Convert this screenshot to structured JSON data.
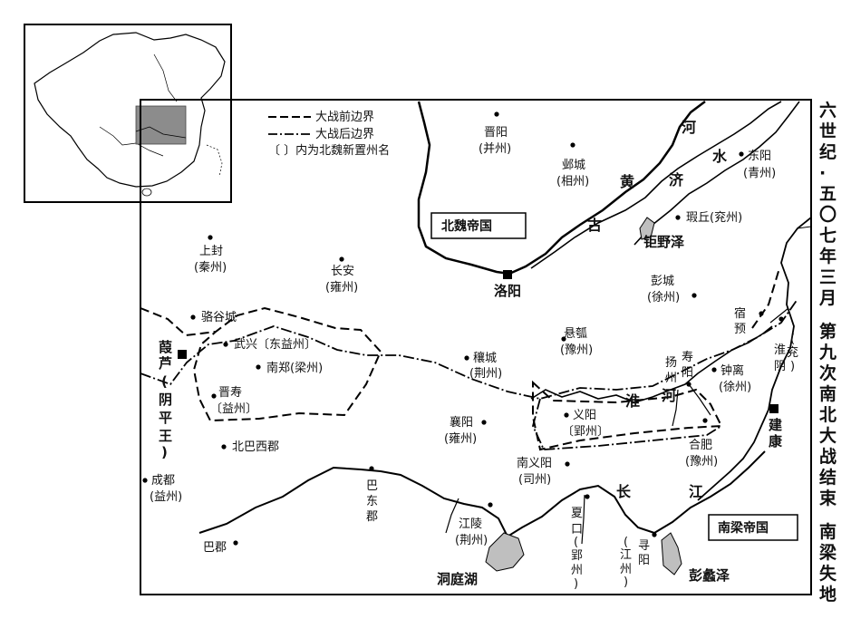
{
  "title": {
    "line1": "六世纪·五〇七年三月",
    "line2": "第九次南北大战结束",
    "line3": "南梁失地"
  },
  "legend": {
    "before": "大战前边界",
    "after": "大战后边界",
    "bracket_note": "〔 〕内为北魏新置州名"
  },
  "states": {
    "north": "北魏帝国",
    "south": "南梁帝国"
  },
  "rivers": {
    "yellow": [
      "黄",
      "河"
    ],
    "gu": "古",
    "ji": [
      "济",
      "水"
    ],
    "huai": [
      "淮",
      "河"
    ],
    "chang": [
      "长",
      "江"
    ],
    "juye": "钜野泽",
    "dongting": "洞庭湖",
    "pengli": "彭蠡泽"
  },
  "capitals": {
    "luoyang": "洛阳",
    "jiankang": [
      "建",
      "康"
    ],
    "xialu": [
      "葭",
      "芦"
    ],
    "xialu_note": [
      "(",
      "阴",
      "平",
      "王",
      ")"
    ]
  },
  "places": [
    {
      "name": "晋阳",
      "sub": "(并州)"
    },
    {
      "name": "邺城",
      "sub": "(相州)"
    },
    {
      "name": "东阳",
      "sub": "(青州)"
    },
    {
      "name": "瑕丘(兖州)",
      "sub": ""
    },
    {
      "name": "上封",
      "sub": "(秦州)"
    },
    {
      "name": "长安",
      "sub": "(雍州)"
    },
    {
      "name": "彭城",
      "sub": "(徐州)"
    },
    {
      "name": "骆谷城",
      "sub": ""
    },
    {
      "name": "武兴〔东益州〕",
      "sub": ""
    },
    {
      "name": "南郑(梁州)",
      "sub": ""
    },
    {
      "name": "悬瓠",
      "sub": "(豫州)"
    },
    {
      "name": "穰城",
      "sub": "(荆州)"
    },
    {
      "name": "晋寿",
      "sub": "〔益州〕"
    },
    {
      "name": "襄阳",
      "sub": "(雍州)"
    },
    {
      "name": "义阳",
      "sub": "〔郢州〕"
    },
    {
      "name": "合肥",
      "sub": "(豫州)"
    },
    {
      "name": "钟离",
      "sub": "(徐州)"
    },
    {
      "name": "北巴西郡",
      "sub": ""
    },
    {
      "name": "南义阳",
      "sub": "(司州)"
    },
    {
      "name": "成都",
      "sub": "(益州)"
    },
    {
      "name": "江陵",
      "sub": "(荆州)"
    },
    {
      "name": "巴郡",
      "sub": ""
    }
  ],
  "vertical_places": {
    "sujian": [
      "宿",
      "预"
    ],
    "yangzhou": [
      "寿",
      "阳"
    ],
    "yangzhou2": [
      "扬",
      "州"
    ],
    "huaiyin": [
      "淮",
      "阴"
    ],
    "yan": [
      "(",
      "兖",
      ")"
    ],
    "badong": [
      "巴",
      "东",
      "郡"
    ],
    "xiakou": [
      "夏",
      "口"
    ],
    "ying": [
      "(",
      "郢",
      "州",
      ")"
    ],
    "xunyang": [
      "寻",
      "阳"
    ],
    "jiang": [
      "(",
      "江",
      "州",
      ")"
    ]
  }
}
